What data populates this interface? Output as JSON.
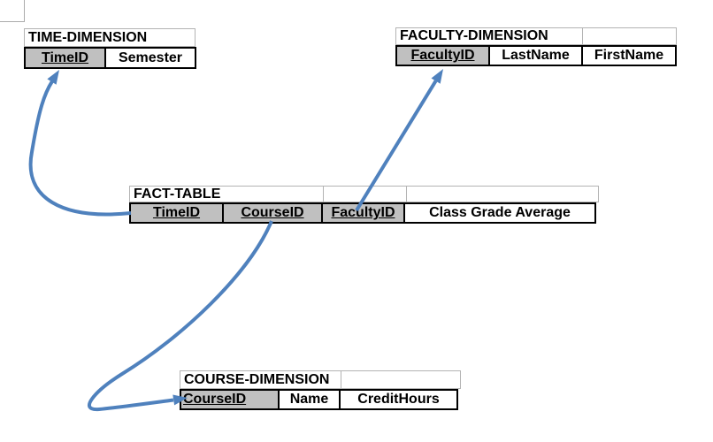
{
  "diagram": {
    "kind": "star-schema",
    "tables": [
      {
        "title": "TIME-DIMENSION",
        "columns": [
          {
            "label": "TimeID",
            "key": true
          },
          {
            "label": "Semester",
            "key": false
          }
        ]
      },
      {
        "title": "FACULTY-DIMENSION",
        "columns": [
          {
            "label": "FacultyID",
            "key": true
          },
          {
            "label": "LastName",
            "key": false
          },
          {
            "label": "FirstName",
            "key": false
          }
        ]
      },
      {
        "title": "FACT-TABLE",
        "columns": [
          {
            "label": "TimeID",
            "key": true
          },
          {
            "label": "CourseID",
            "key": true
          },
          {
            "label": "FacultyID",
            "key": true
          },
          {
            "label": "Class Grade Average",
            "key": false
          }
        ]
      },
      {
        "title": "COURSE-DIMENSION",
        "columns": [
          {
            "label": "CourseID",
            "key": true
          },
          {
            "label": "Name",
            "key": false
          },
          {
            "label": "CreditHours",
            "key": false
          }
        ]
      }
    ],
    "relationships": [
      {
        "from": "FACT-TABLE.TimeID",
        "to": "TIME-DIMENSION.TimeID"
      },
      {
        "from": "FACT-TABLE.FacultyID",
        "to": "FACULTY-DIMENSION.FacultyID"
      },
      {
        "from": "FACT-TABLE.CourseID",
        "to": "COURSE-DIMENSION.CourseID"
      }
    ],
    "colors": {
      "arrow": "#4f81bd",
      "key_cell_bg": "#c0c0c0",
      "table_border": "#000000",
      "title_border": "#b3b3b3"
    }
  }
}
